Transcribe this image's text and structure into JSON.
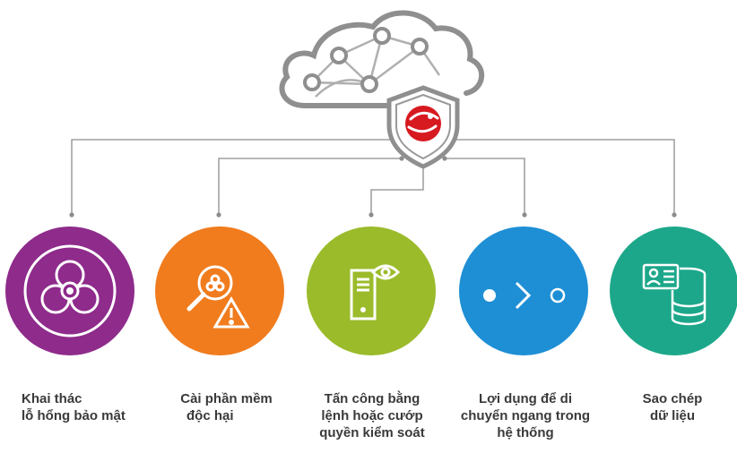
{
  "colors": {
    "line": "#8c8c8c",
    "cloud_stroke": "#8f8f8f",
    "shield_red": "#d71920",
    "purple": "#8e2b8b",
    "orange": "#f07c1e",
    "green": "#9bbb2b",
    "blue": "#1e8fd5",
    "teal": "#1ca78a",
    "text": "#3a3a3a"
  },
  "header": {
    "cloud_icon": "cloud-network-icon",
    "shield_icon": "security-shield-icon"
  },
  "stages": [
    {
      "icon": "biohazard-icon",
      "color": "#8e2b8b",
      "lines": [
        "Khai thác",
        "lỗ hổng bảo mật"
      ]
    },
    {
      "icon": "malware-search-warning-icon",
      "color": "#f07c1e",
      "lines": [
        "Cài phần mềm",
        "độc hại"
      ]
    },
    {
      "icon": "server-eye-icon",
      "color": "#9bbb2b",
      "lines": [
        "Tấn công bằng",
        "lệnh hoặc cướp",
        "quyền kiểm soát"
      ]
    },
    {
      "icon": "lateral-movement-icon",
      "color": "#1e8fd5",
      "lines": [
        "Lợi dụng để di",
        "chuyển ngang trong",
        "hệ thống"
      ]
    },
    {
      "icon": "id-card-database-icon",
      "color": "#1ca78a",
      "lines": [
        "Sao chép",
        "dữ liệu"
      ]
    }
  ]
}
